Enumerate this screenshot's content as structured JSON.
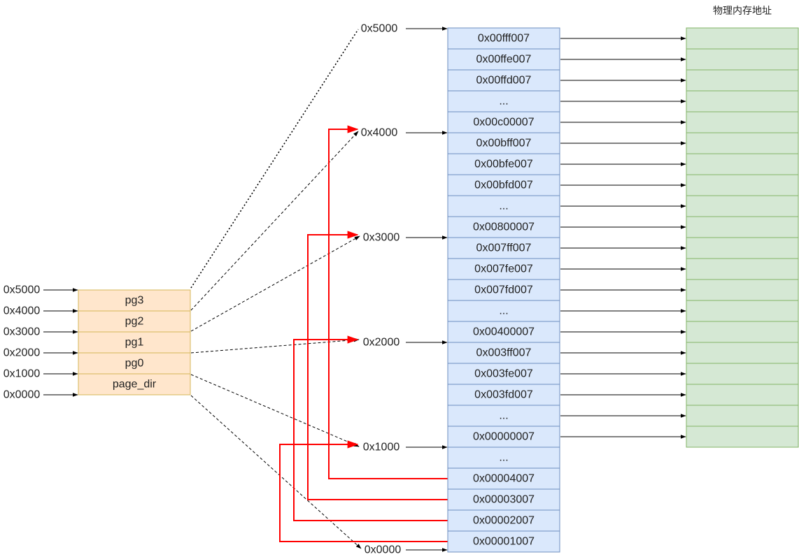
{
  "physical_memory_title": "物理内存地址",
  "left_addresses": [
    "0x5000",
    "0x4000",
    "0x3000",
    "0x2000",
    "0x1000",
    "0x0000"
  ],
  "left_blocks": [
    "pg3",
    "pg2",
    "pg1",
    "pg0",
    "page_dir"
  ],
  "mid_addresses": [
    "0x5000",
    "0x4000",
    "0x3000",
    "0x2000",
    "0x1000",
    "0x0000"
  ],
  "page_table_entries": [
    "0x00fff007",
    "0x00ffe007",
    "0x00ffd007",
    "...",
    "0x00c00007",
    "0x00bff007",
    "0x00bfe007",
    "0x00bfd007",
    "...",
    "0x00800007",
    "0x007ff007",
    "0x007fe007",
    "0x007fd007",
    "...",
    "0x00400007",
    "0x003ff007",
    "0x003fe007",
    "0x003fd007",
    "...",
    "0x00000007",
    "...",
    "0x00004007",
    "0x00003007",
    "0x00002007",
    "0x00001007"
  ],
  "colors": {
    "orange_fill": "#ffe6cc",
    "orange_stroke": "#d6b656",
    "blue_fill": "#dae8fc",
    "blue_stroke": "#6c8ebf",
    "green_fill": "#d5e8d4",
    "green_stroke": "#82b366",
    "red": "#ff0000",
    "black": "#000000"
  }
}
